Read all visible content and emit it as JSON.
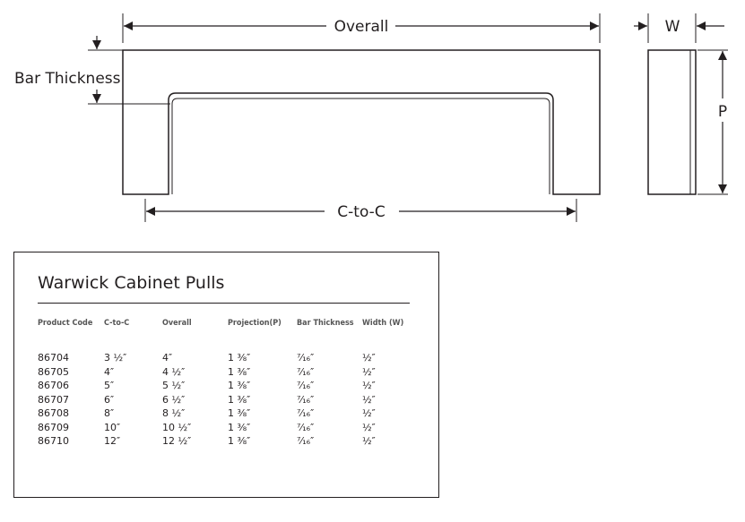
{
  "diagram": {
    "labels": {
      "overall": "Overall",
      "width": "W",
      "bar_thickness": "Bar Thickness",
      "c_to_c": "C-to-C",
      "projection": "P"
    }
  },
  "spec_card": {
    "title": "Warwick Cabinet Pulls",
    "headers": [
      "Product Code",
      "C-to-C",
      "Overall",
      "Projection(P)",
      "Bar Thickness",
      "Width (W)"
    ],
    "rows": [
      [
        "86704",
        "3 ½″",
        "4″",
        "1 ⅜″",
        "⁷⁄₁₆″",
        "½″"
      ],
      [
        "86705",
        "4″",
        "4 ½″",
        "1 ⅜″",
        "⁷⁄₁₆″",
        "½″"
      ],
      [
        "86706",
        "5″",
        "5 ½″",
        "1 ⅜″",
        "⁷⁄₁₆″",
        "½″"
      ],
      [
        "86707",
        "6″",
        "6 ½″",
        "1 ⅜″",
        "⁷⁄₁₆″",
        "½″"
      ],
      [
        "86708",
        "8″",
        "8 ½″",
        "1 ⅜″",
        "⁷⁄₁₆″",
        "½″"
      ],
      [
        "86709",
        "10″",
        "10 ½″",
        "1 ⅜″",
        "⁷⁄₁₆″",
        "½″"
      ],
      [
        "86710",
        "12″",
        "12 ½″",
        "1 ⅜″",
        "⁷⁄₁₆″",
        "½″"
      ]
    ]
  }
}
